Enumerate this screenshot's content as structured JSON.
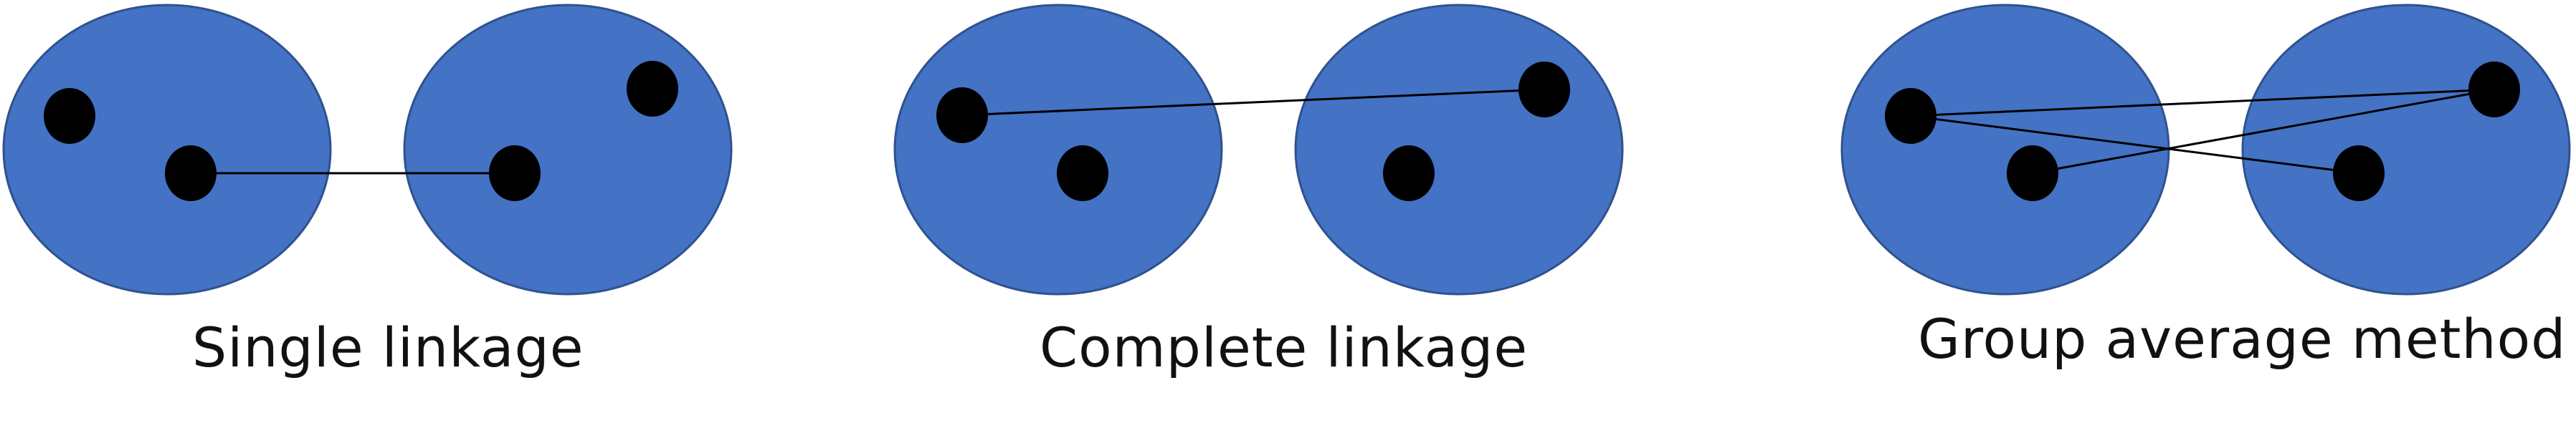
{
  "colors": {
    "cluster_fill": "#4472C4",
    "cluster_stroke": "#2F528F",
    "point": "#000000",
    "link": "#000000"
  },
  "panels": [
    {
      "caption": "Single linkage"
    },
    {
      "caption": "Complete linkage"
    },
    {
      "caption": "Group average method"
    }
  ]
}
